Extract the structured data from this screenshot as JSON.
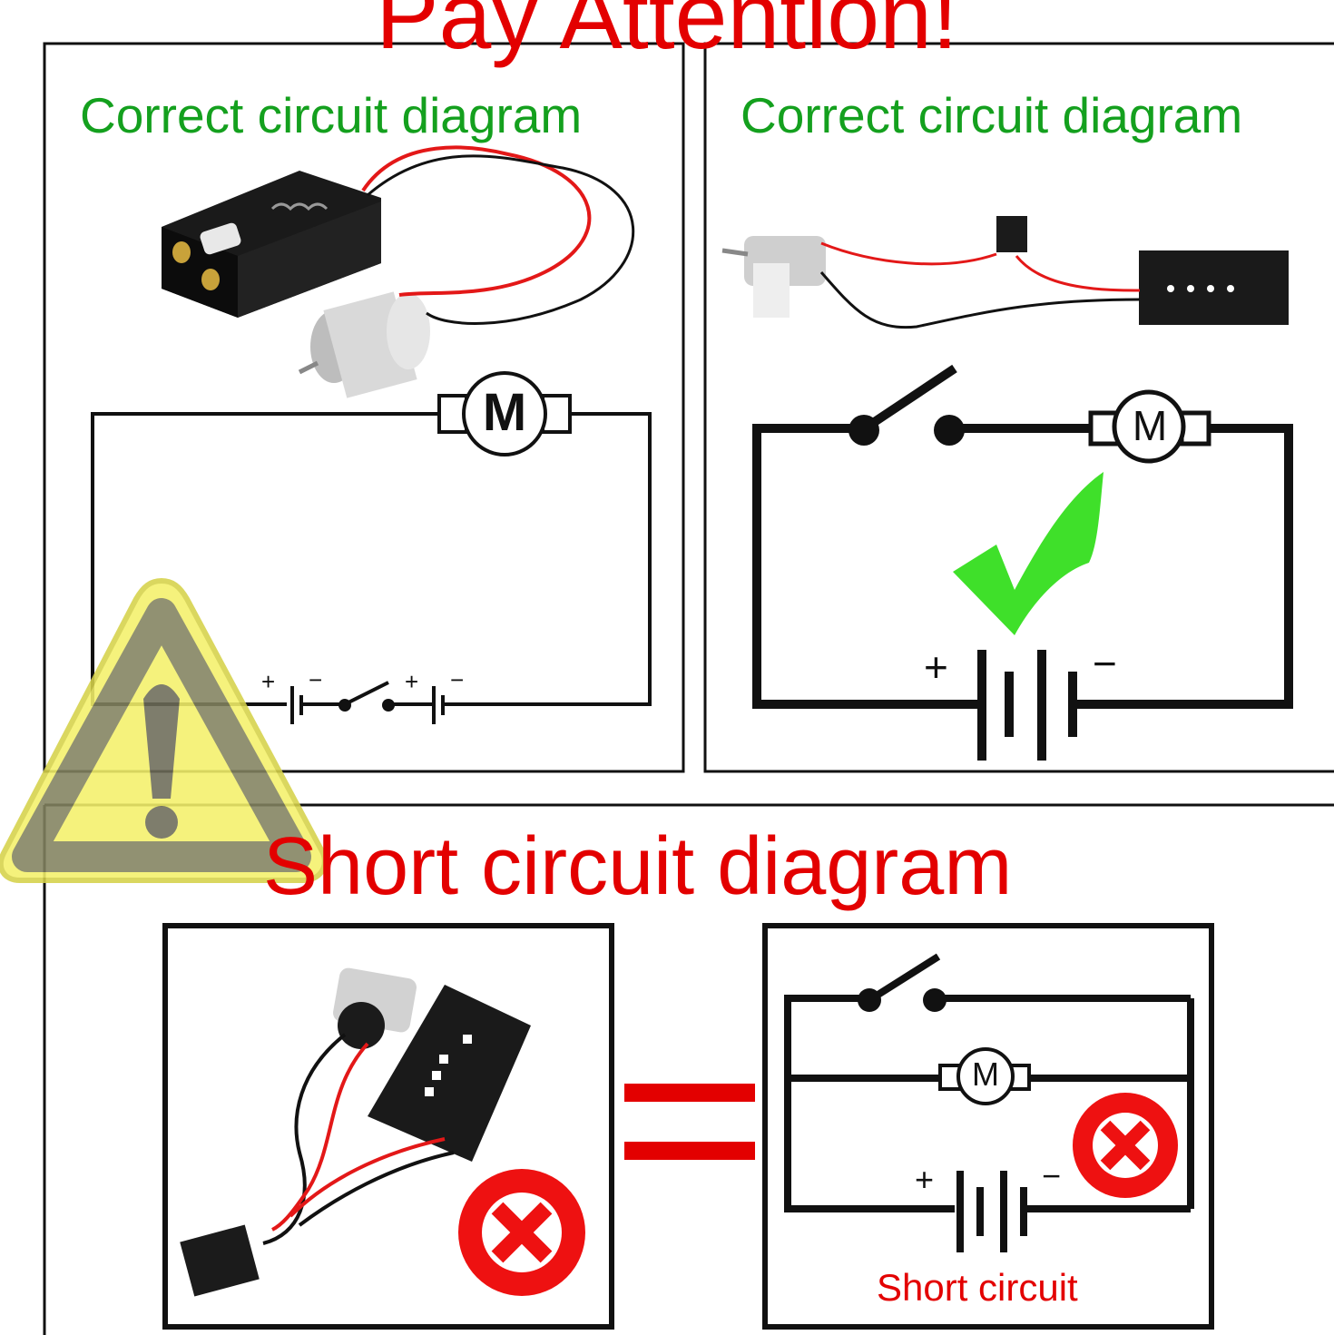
{
  "headline": "Pay Attention!",
  "panels": {
    "left": {
      "heading": "Correct circuit diagram",
      "motor_symbol": "M",
      "plus": "+",
      "minus": "−"
    },
    "right": {
      "heading": "Correct circuit diagram",
      "motor_symbol": "M",
      "plus": "+",
      "minus": "−"
    }
  },
  "bottom": {
    "heading": "Short circuit diagram",
    "motor_symbol": "M",
    "plus": "+",
    "minus": "−",
    "caption": "Short circuit"
  },
  "icons": [
    "warning-triangle-icon",
    "checkmark-icon",
    "x-circle-icon",
    "equals-icon"
  ],
  "colors": {
    "alert_red": "#e30000",
    "ok_green": "#14a01e",
    "check_green": "#3fe02a",
    "warning_yellow": "#f4f16a"
  }
}
